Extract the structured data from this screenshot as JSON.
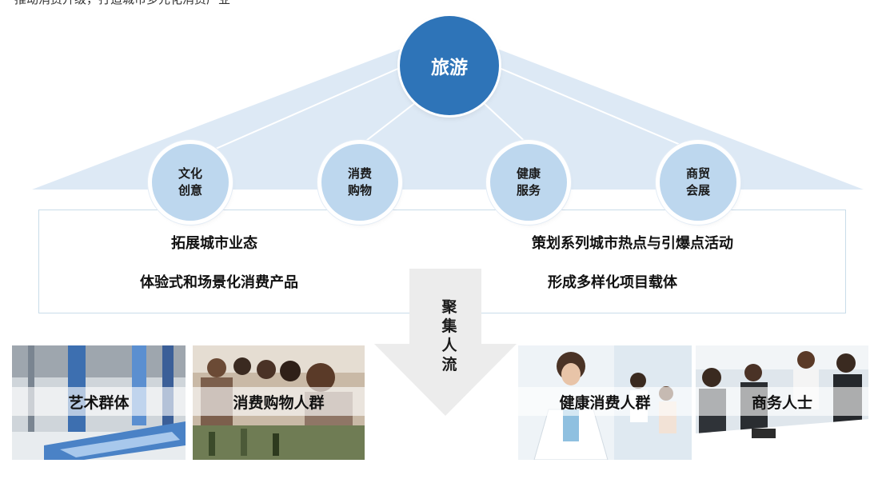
{
  "header": {
    "caption": "推动消费升级，打造城市多元化消费产业"
  },
  "hub": {
    "label": "旅游"
  },
  "nodes": [
    {
      "line1": "文化",
      "line2": "创意"
    },
    {
      "line1": "消费",
      "line2": "购物"
    },
    {
      "line1": "健康",
      "line2": "服务"
    },
    {
      "line1": "商贸",
      "line2": "会展"
    }
  ],
  "info": {
    "left_top": "拓展城市业态",
    "left_bottom": "体验式和场景化消费产品",
    "right_top": "策划系列城市热点与引爆点活动",
    "right_bottom": "形成多样化项目载体"
  },
  "arrow": {
    "label": "聚集人流"
  },
  "cards": [
    {
      "label": "艺术群体",
      "image": "art-exhibition-photo"
    },
    {
      "label": "消费购物人群",
      "image": "shopping-crowd-photo"
    },
    {
      "label": "健康消费人群",
      "image": "doctor-patient-photo"
    },
    {
      "label": "商务人士",
      "image": "business-meeting-photo"
    }
  ],
  "colors": {
    "hub": "#2e74b8",
    "node": "#bdd7ee",
    "triangle": "#dde9f5",
    "arrow": "#ececec",
    "box_border": "#c9dce9"
  }
}
